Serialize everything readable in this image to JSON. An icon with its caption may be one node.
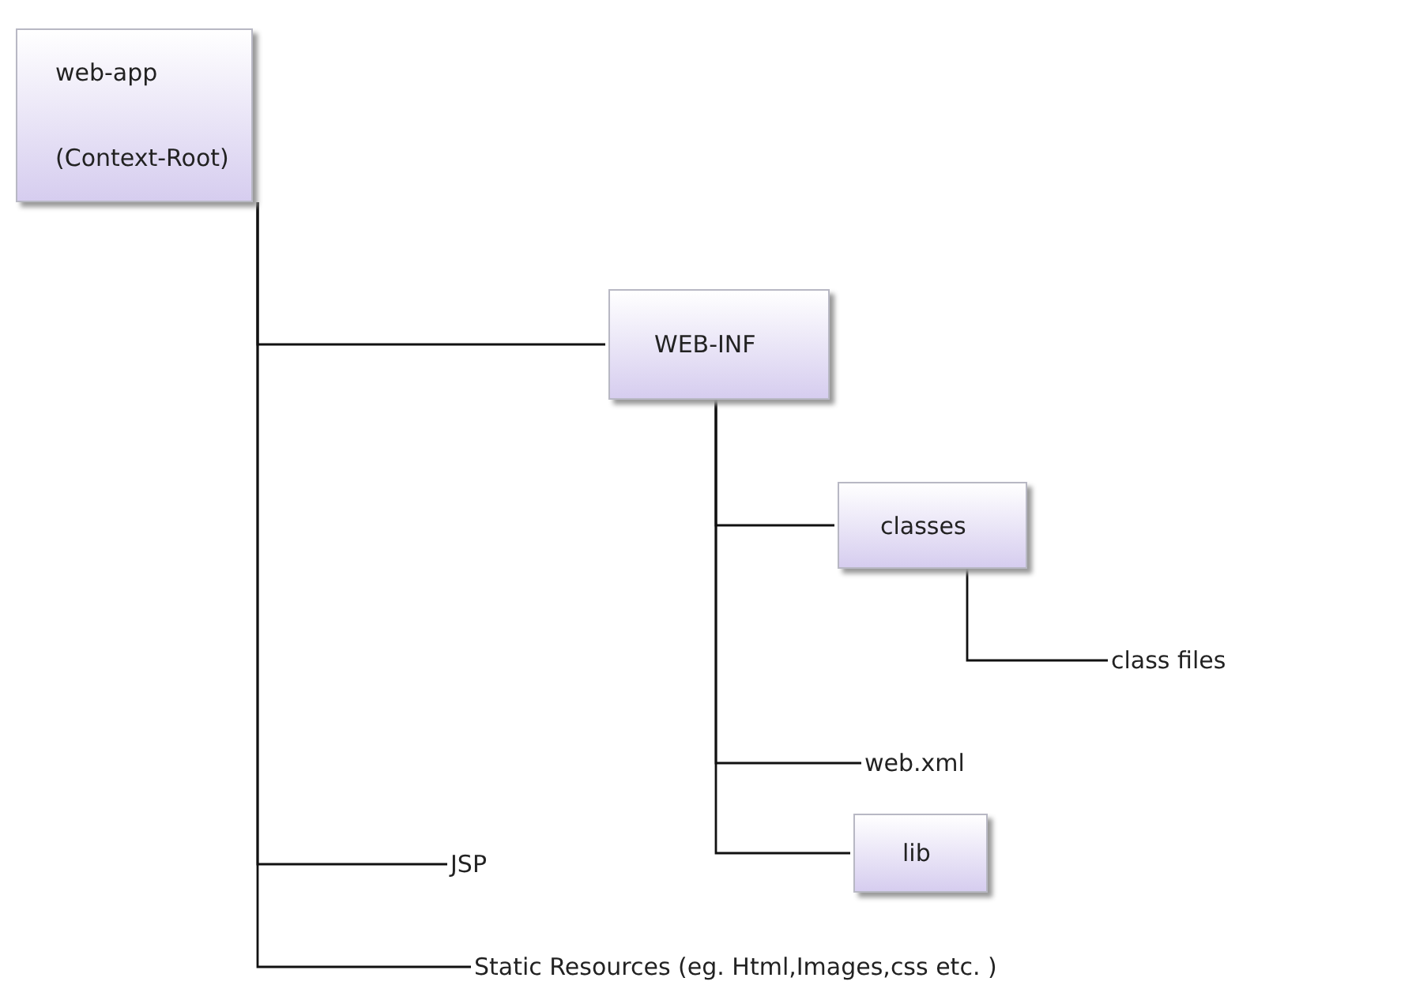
{
  "diagram": {
    "nodes": [
      {
        "text": [
          "web-app",
          "(Context-Root)"
        ]
      },
      {
        "text": [
          "WEB-INF"
        ]
      },
      {
        "text": [
          "classes"
        ]
      },
      {
        "text": [
          "class files"
        ]
      },
      {
        "text": [
          "web.xml"
        ]
      },
      {
        "text": [
          "lib"
        ]
      },
      {
        "text": [
          "JSP"
        ]
      },
      {
        "text": [
          "Static Resources (eg. Html,Images,css etc. )"
        ]
      }
    ],
    "edges": [
      {
        "from": 0,
        "to": 1,
        "arrow": "none"
      },
      {
        "from": 1,
        "to": 2,
        "arrow": "none"
      },
      {
        "from": 2,
        "to": 3,
        "arrow": "none"
      },
      {
        "from": 1,
        "to": 4,
        "arrow": "none"
      },
      {
        "from": 1,
        "to": 5,
        "arrow": "none"
      },
      {
        "from": 0,
        "to": 6,
        "arrow": "none"
      },
      {
        "from": 0,
        "to": 7,
        "arrow": "none"
      }
    ]
  }
}
